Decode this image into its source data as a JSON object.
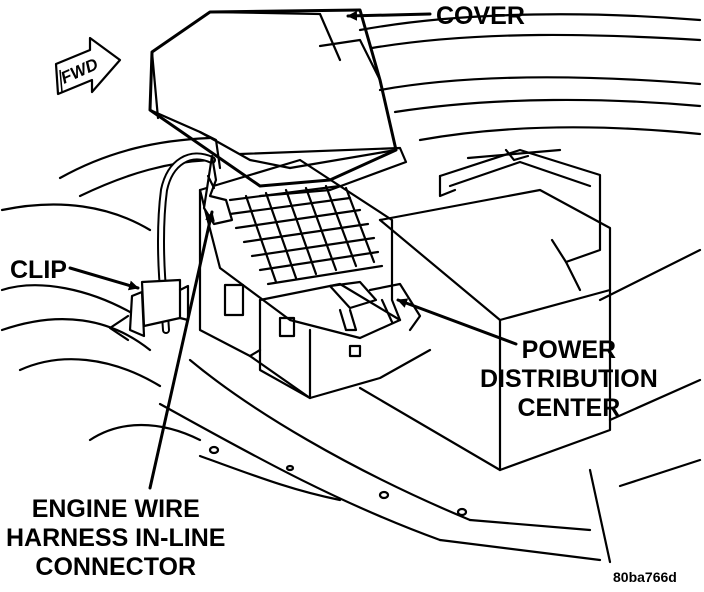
{
  "labels": {
    "cover": "COVER",
    "clip": "CLIP",
    "power_distribution_center": [
      "POWER",
      "DISTRIBUTION",
      "CENTER"
    ],
    "engine_wire_harness": [
      "ENGINE WIRE",
      "HARNESS IN-LINE",
      "CONNECTOR"
    ]
  },
  "direction_badge": "FWD",
  "figure_id": "80ba766d",
  "colors": {
    "ink": "#000000",
    "paper": "#ffffff"
  }
}
